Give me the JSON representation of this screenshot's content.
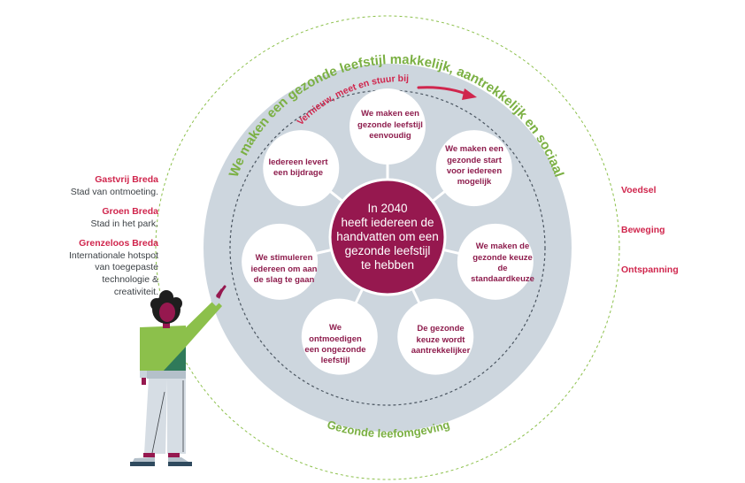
{
  "diagram": {
    "outer_arc_label": "We maken een gezonde leefstijl makkelijk, aantrekkelijk en sociaal",
    "bottom_arc_label": "Gezonde leefomgeving",
    "inner_arc_label": "Vernieuw, meet en stuur bij",
    "center": "In 2040 heeft iedereen de handvatten om een gezonde leefstijl te hebben",
    "center_lines": [
      "In 2040",
      "heeft iedereen de",
      "handvatten om een",
      "gezonde leefstijl",
      "te hebben"
    ],
    "nodes": [
      {
        "label": "We maken een gezonde leefstijl eenvoudig"
      },
      {
        "label": "We maken een gezonde start voor iedereen mogelijk"
      },
      {
        "label": "We maken de gezonde keuze de standaardkeuze"
      },
      {
        "label": "De gezonde keuze wordt aantrekkelijker"
      },
      {
        "label": "We ontmoedigen een ongezonde leefstijl"
      },
      {
        "label": "We stimuleren iedereen om aan de slag te gaan"
      },
      {
        "label": "Iedereen levert een bijdrage"
      }
    ]
  },
  "left_panel": [
    {
      "title": "Gastvrij Breda",
      "text": "Stad van ontmoeting."
    },
    {
      "title": "Groen Breda",
      "text": "Stad in het park."
    },
    {
      "title": "Grenzeloos Breda",
      "text": "Internationale hotspot van toegepaste technologie & creativiteit."
    }
  ],
  "right_panel": [
    "Voedsel",
    "Beweging",
    "Ontspanning"
  ],
  "colors": {
    "green": "#7bb043",
    "red": "#d0264d",
    "maroon": "#96184f",
    "disc": "#cdd6de",
    "dark_dash": "#4a5560",
    "text": "#3c4146",
    "figure_shirt": "#8cc04b",
    "figure_shirt_dark": "#2f7a5a",
    "figure_pants": "#d6dde4",
    "figure_skin": "#96184f",
    "figure_hair": "#1e1e1e",
    "figure_shoe": "#2f4a5e"
  },
  "icons": [
    "arrow-icon",
    "person-pointing-illustration"
  ]
}
